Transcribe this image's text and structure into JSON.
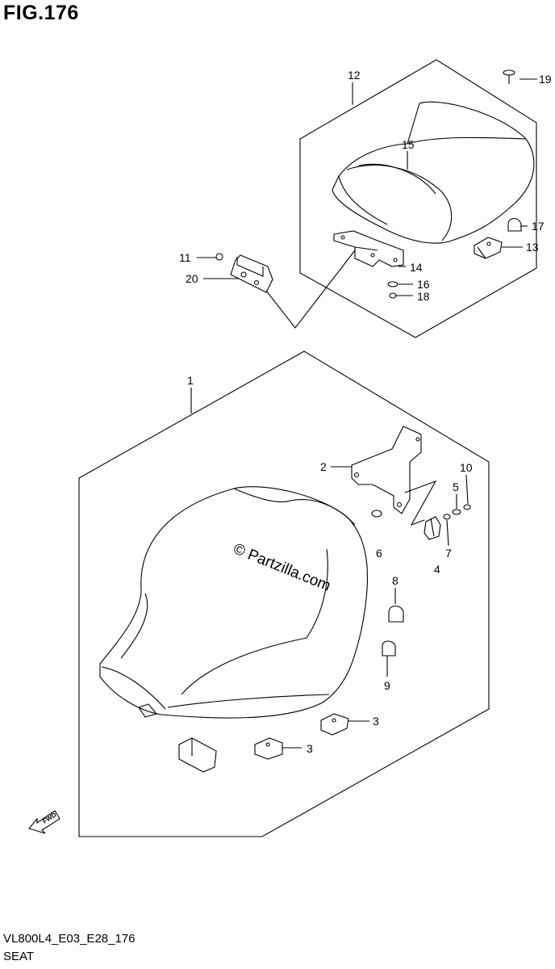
{
  "header": {
    "title": "FIG.176"
  },
  "footer": {
    "code": "VL800L4_E03_E28_176",
    "name": "SEAT"
  },
  "watermark": "© Partzilla.com",
  "fwd_label": "FWD",
  "callouts": {
    "c1": "1",
    "c2": "2",
    "c3a": "3",
    "c3b": "3",
    "c4": "4",
    "c5": "5",
    "c6": "6",
    "c7": "7",
    "c8": "8",
    "c9": "9",
    "c10": "10",
    "c11": "11",
    "c12": "12",
    "c13": "13",
    "c14": "14",
    "c15": "15",
    "c16": "16",
    "c17": "17",
    "c18": "18",
    "c19": "19",
    "c20": "20"
  }
}
